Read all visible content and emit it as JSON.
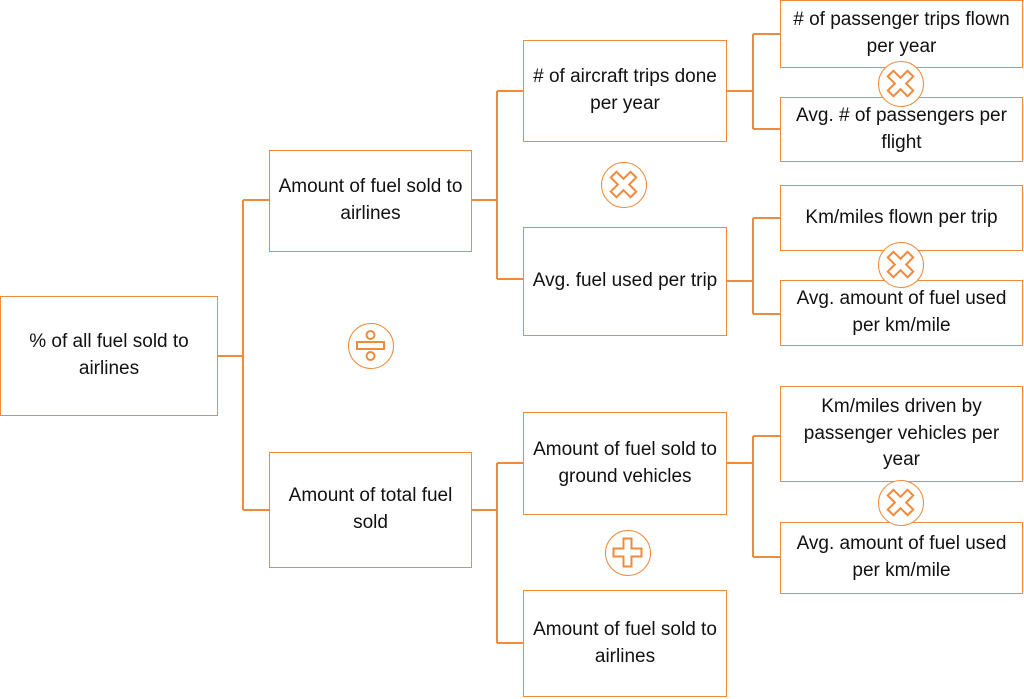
{
  "colors": {
    "accent": "#f08a3c",
    "text": "#111111"
  },
  "nodes": {
    "root": "% of all fuel sold to airlines",
    "fuel_to_airlines": "Amount of fuel sold to airlines",
    "total_fuel": "Amount of total fuel sold",
    "aircraft_trips": "# of aircraft trips done per year",
    "avg_fuel_per_trip": "Avg. fuel used per trip",
    "fuel_to_ground": "Amount of fuel sold to ground vehicles",
    "fuel_to_airlines_2": "Amount of fuel sold to airlines",
    "passenger_trips": "# of passenger trips flown per year",
    "avg_passengers": "Avg. # of passengers per flight",
    "km_flown": "Km/miles flown per trip",
    "avg_fuel_per_km_air": "Avg. amount of fuel used per km/mile",
    "km_driven": "Km/miles driven by passenger vehicles per year",
    "avg_fuel_per_km_ground": "Avg. amount of fuel used per km/mile"
  },
  "operators": {
    "divide": "divide-icon",
    "multiply": "multiply-icon",
    "plus": "plus-icon"
  }
}
